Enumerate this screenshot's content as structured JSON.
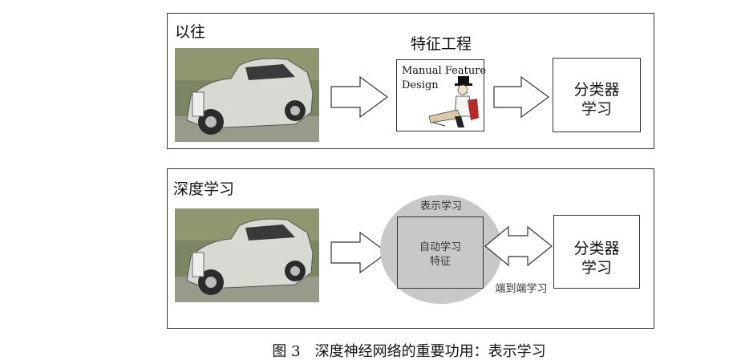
{
  "top_panel": {
    "title": "以往",
    "feature_engineering_label": "特征工程",
    "manual_feature_line1": "Manual Feature",
    "manual_feature_line2": "Design",
    "classifier_line1": "分类器",
    "classifier_line2": "学习"
  },
  "bottom_panel": {
    "title": "深度学习",
    "representation_learning_label": "表示学习",
    "auto_feature_line1": "自动学习",
    "auto_feature_line2": "特征",
    "end_to_end_label": "端到端学习",
    "classifier_line1": "分类器",
    "classifier_line2": "学习"
  },
  "caption": "图 3　深度神经网络的重要功用：表示学习",
  "colors": {
    "ellipse_fill": "#c8c8c8",
    "photo_bg": "#6f7a5a",
    "car_body": "#d9d9d4"
  }
}
